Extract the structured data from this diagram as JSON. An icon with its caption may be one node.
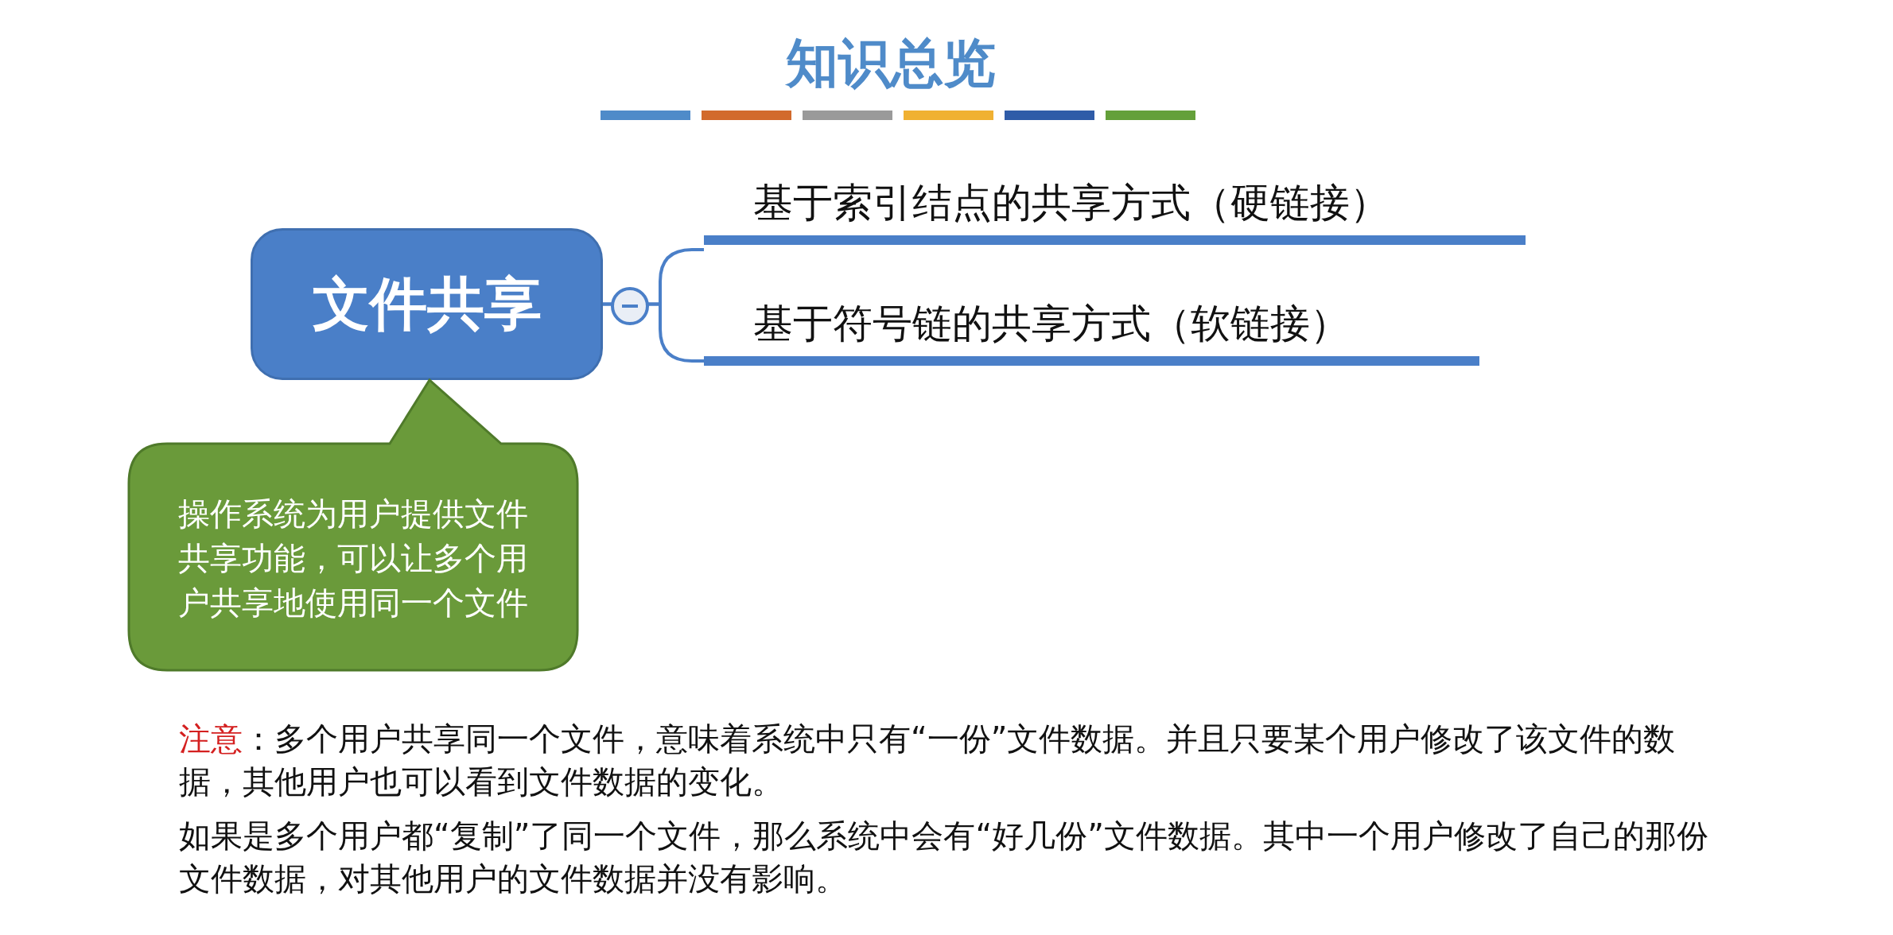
{
  "diagram": {
    "title": "知识总览",
    "nodes": [
      {
        "text": [
          "文件共享"
        ]
      },
      {
        "text": [
          "基于索引结点的共享方式（硬链接）"
        ]
      },
      {
        "text": [
          "基于符号链的共享方式（软链接）"
        ]
      },
      {
        "text": [
          "操作系统为用户提供文件共享功能，可以让多个用户共享地使用同一个文件"
        ]
      }
    ],
    "edges": [
      {
        "from": 0,
        "to": 1,
        "arrow": "none"
      },
      {
        "from": 0,
        "to": 2,
        "arrow": "none"
      }
    ],
    "labels": [
      "注意",
      "：多个用户共享同一个文件，意味着系统中只有“一份”文件数据。并且只要某个用户修改了该文件的数据，其他用户也可以看到文件数据的变化。",
      "如果是多个用户都“复制”了同一个文件，那么系统中会有“好几份”文件数据。其中一个用户修改了自己的那份文件数据，对其他用户的文件数据并没有影响。"
    ]
  }
}
